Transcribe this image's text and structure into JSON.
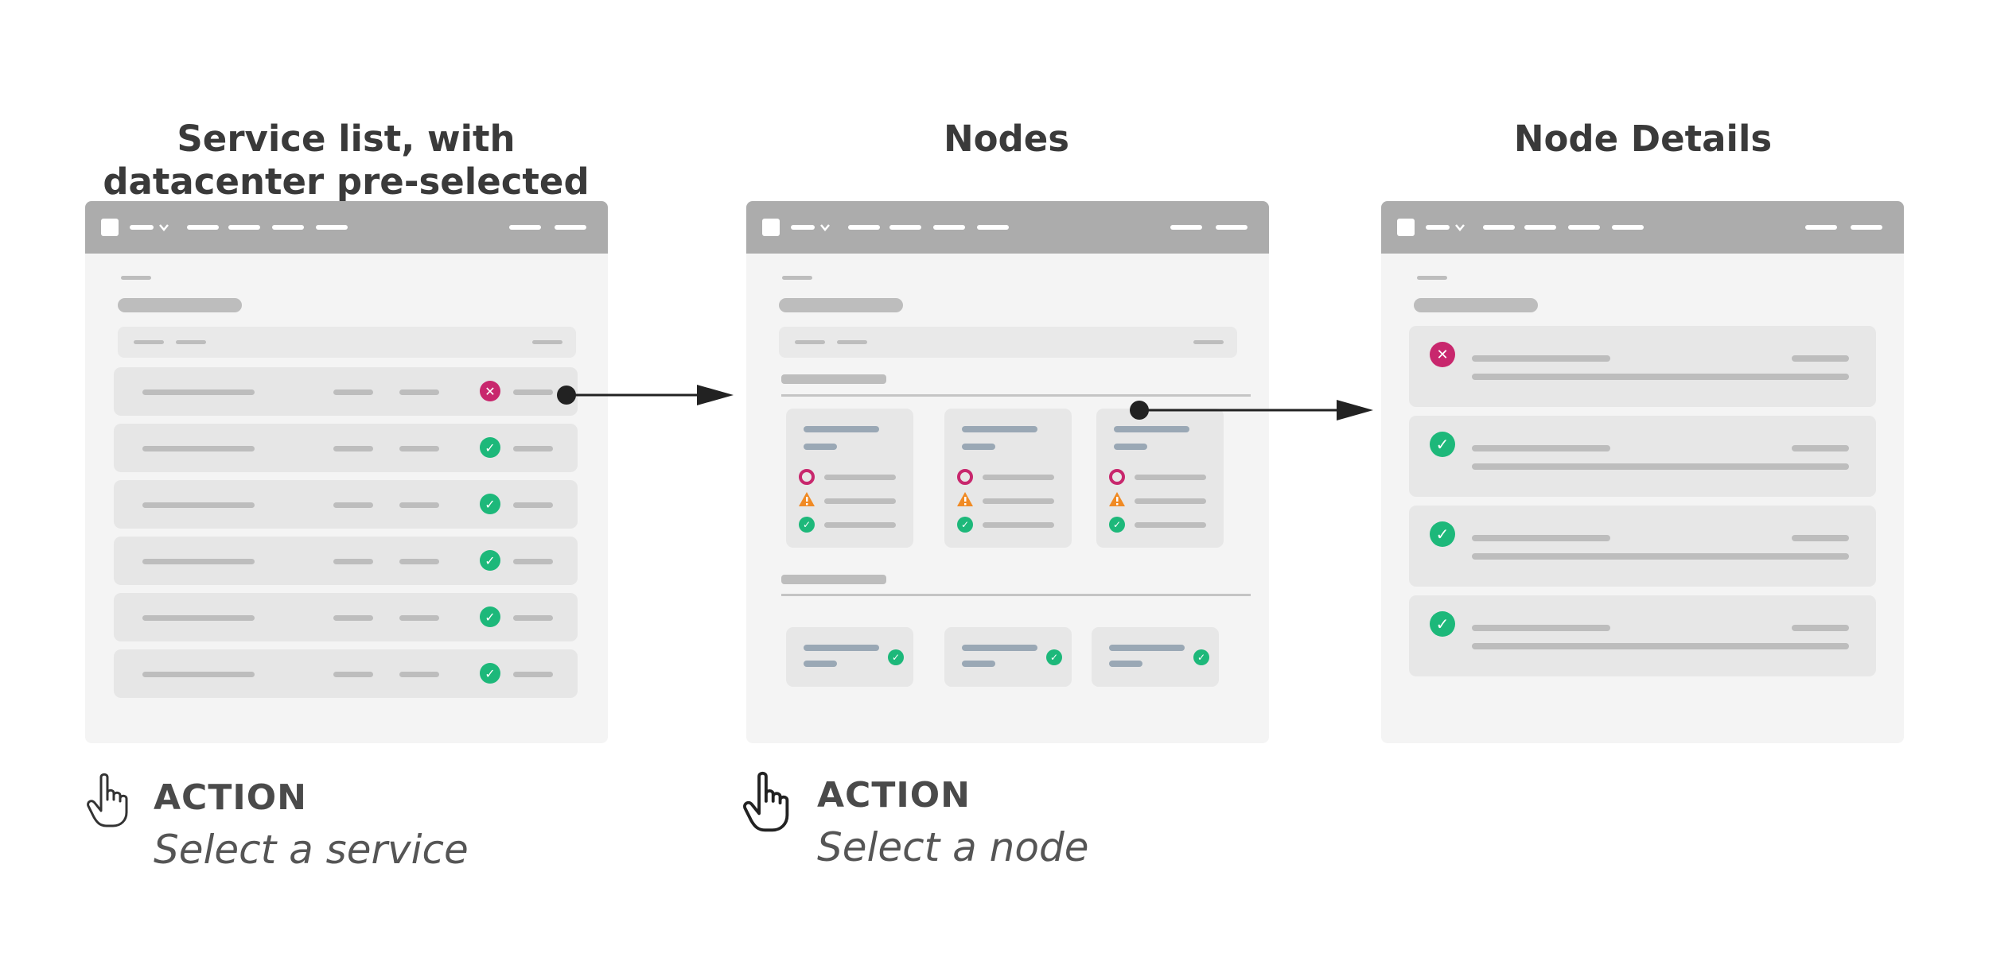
{
  "panels": [
    {
      "title": "Service list, with datacenter pre-selected"
    },
    {
      "title": "Nodes"
    },
    {
      "title": "Node Details"
    }
  ],
  "actions": [
    {
      "label": "ACTION",
      "text": "Select a service"
    },
    {
      "label": "ACTION",
      "text": "Select a node"
    }
  ],
  "colors": {
    "passing": "#1db87a",
    "critical": "#c8276d",
    "warning": "#f08a24",
    "topbar": "#acacac",
    "panel_bg": "#f4f4f4"
  },
  "icons": {
    "critical": "x-circle-icon",
    "passing": "check-circle-icon",
    "warning": "warning-triangle-icon",
    "pointer": "hand-pointer-icon"
  }
}
